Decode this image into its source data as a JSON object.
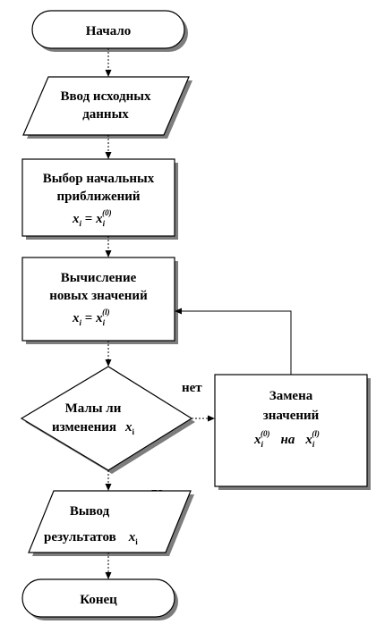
{
  "flowchart": {
    "start": {
      "label": "Начало"
    },
    "input": {
      "line1": "Ввод исходных",
      "line2": "данных"
    },
    "init": {
      "line1": "Выбор начальных",
      "line2": "приближений",
      "formula": {
        "lhs": "x",
        "lhs_sub": "i",
        "eq": " = ",
        "rhs": "x",
        "rhs_sub": "i",
        "rhs_sup": "(0)"
      }
    },
    "compute": {
      "line1": "Вычисление",
      "line2": "новых значений",
      "formula": {
        "lhs": "x",
        "lhs_sub": "i",
        "eq": " = ",
        "rhs": "x",
        "rhs_sub": "i",
        "rhs_sup": "(l)"
      }
    },
    "decision": {
      "line1": "Малы ли",
      "line2": "изменения",
      "var": "x",
      "var_sub": "i"
    },
    "replace": {
      "line1": "Замена",
      "line2": "значений",
      "a": "x",
      "a_sub": "i",
      "a_sup": "(0)",
      "word": "на",
      "b": "x",
      "b_sub": "i",
      "b_sup": "(l)"
    },
    "no_label": "нет",
    "yes_label": "да",
    "output": {
      "line1": "Вывод",
      "line2": "результатов",
      "var": "x",
      "var_sub": "i"
    },
    "end": {
      "label": "Конец"
    }
  }
}
